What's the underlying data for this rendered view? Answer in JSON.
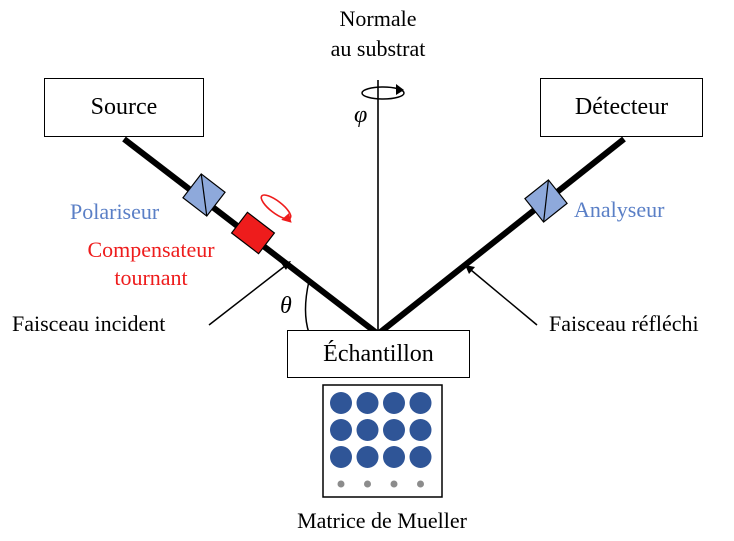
{
  "normal": {
    "line1": "Normale",
    "line2": "au substrat",
    "phi": "φ"
  },
  "source": {
    "label": "Source"
  },
  "detector": {
    "label": "Détecteur"
  },
  "polarizer": {
    "label": "Polariseur"
  },
  "analyzer": {
    "label": "Analyseur"
  },
  "compensator": {
    "line1": "Compensateur",
    "line2": "tournant"
  },
  "incident": {
    "label": "Faisceau incident",
    "theta": "θ"
  },
  "reflected": {
    "label": "Faisceau réfléchi"
  },
  "sample": {
    "label": "Échantillon"
  },
  "matrix": {
    "label": "Matrice de Mueller",
    "rows": 3,
    "cols": 4,
    "small_dots": 4
  },
  "colors": {
    "blue_text": "#5a7fc6",
    "red": "#ee1c1c",
    "component_fill": "#8ea9db",
    "matrix_dot": "#2f5597",
    "small_dot": "#8c8c8c"
  }
}
